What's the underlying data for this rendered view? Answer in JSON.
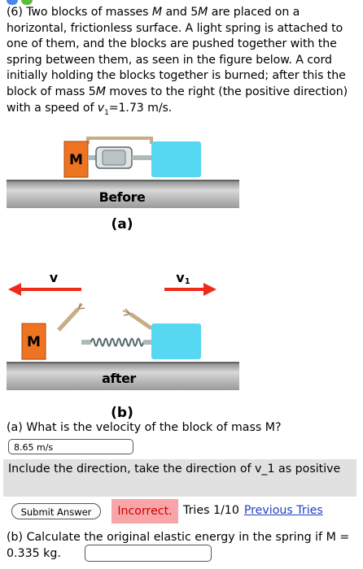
{
  "problem": {
    "number": "(6)",
    "text_1": " Two blocks of masses ",
    "mass_symbol": "M",
    "text_2": " and 5",
    "text_3": " are placed on a horizontal, frictionless surface. A light spring is attached to one of them, and the blocks are pushed together with the spring between them, as seen in the figure below. A cord initially holding the blocks together is burned; after this the block of mass 5",
    "text_4": " moves to the right (the positive direction) with a speed of ",
    "v_symbol": "v",
    "v_sub": "1",
    "speed_value": "=1.73 m/s."
  },
  "figure": {
    "before_block_label": "M",
    "before_caption": "Before",
    "part_a_label": "(a)",
    "v_label": "v",
    "v1_label": "v",
    "v1_sub": "1",
    "after_block_label": "M",
    "after_caption": "after",
    "part_b_label": "(b)"
  },
  "part_a": {
    "question": "(a) What is the velocity of the block of mass M?",
    "answer": "8.65 m/s",
    "hint": "Include the direction, take the direction of v_1 as positive",
    "submit_label": "Submit Answer",
    "status": "Incorrect.",
    "tries": "Tries 1/10",
    "previous_tries": "Previous Tries"
  },
  "part_b": {
    "question": "(b) Calculate the original elastic energy in the spring if M = 0.335 kg."
  },
  "colors": {
    "block_m": "#ee7422",
    "block_5m": "#57d8f2",
    "arrow_red": "#ee2b1a",
    "incorrect_bg": "#f7a5a8",
    "incorrect_text": "#cc0000",
    "link": "#1f3fc6"
  }
}
